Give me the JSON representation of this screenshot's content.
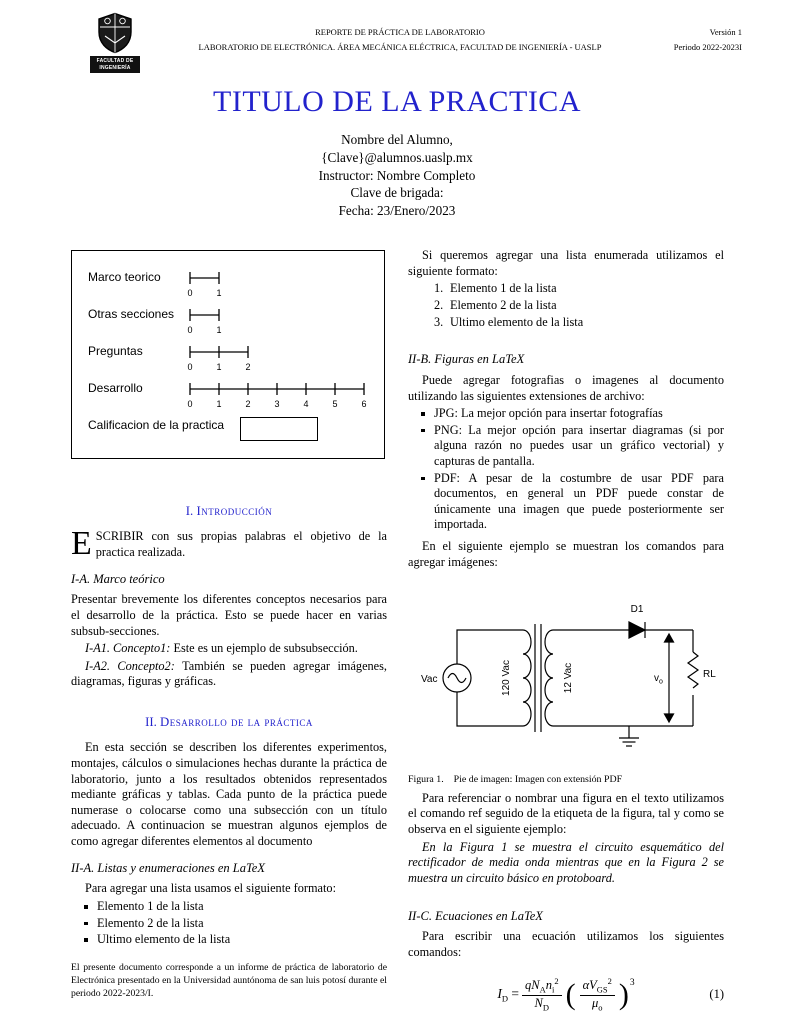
{
  "colors": {
    "accent": "#2222cc"
  },
  "header": {
    "logo": {
      "line1": "FACULTAD DE",
      "line2": "INGENIERÍA"
    },
    "center_line1": "REPORTE DE PRÁCTICA DE LABORATORIO",
    "center_line2": "LABORATORIO DE ELECTRÓNICA. ÁREA MECÁNICA ELÉCTRICA, FACULTAD DE INGENIERÍA - UASLP",
    "right_line1": "Versión 1",
    "right_line2": "Periodo 2022-2023I"
  },
  "title": "TITULO DE LA PRACTICA",
  "author": {
    "name": "Nombre del Alumno,",
    "email": "{Clave}@alumnos.uaslp.mx",
    "instructor": "Instructor: Nombre Completo",
    "brigade": "Clave de brigada:",
    "date": "Fecha: 23/Enero/2023"
  },
  "rubric": {
    "rows": [
      {
        "label": "Marco teorico",
        "ticks": [
          "0",
          "1"
        ]
      },
      {
        "label": "Otras secciones",
        "ticks": [
          "0",
          "1"
        ]
      },
      {
        "label": "Preguntas",
        "ticks": [
          "0",
          "1",
          "2"
        ]
      },
      {
        "label": "Desarrollo",
        "ticks": [
          "0",
          "1",
          "2",
          "3",
          "4",
          "5",
          "6"
        ]
      },
      {
        "label": "Calificacion de la practica",
        "box": true
      }
    ]
  },
  "intro": {
    "heading": {
      "num": "I.",
      "title": "Introducción"
    },
    "dropcap": "E",
    "lead": "SCRIBIR con sus propias palabras el objetivo de la practica realizada.",
    "subA": {
      "num": "I-A.",
      "title": "Marco teórico"
    },
    "subA_text": "Presentar brevemente los diferentes conceptos necesarios para el desarrollo de la práctica. Esto se puede hacer en varias subsub-secciones.",
    "subA1": {
      "lead": "I-A1. Concepto1:",
      "text": "Este es un ejemplo de subsubsección."
    },
    "subA2": {
      "lead": "I-A2. Concepto2:",
      "text": "También se pueden agregar imágenes, diagramas, figuras y gráficas."
    }
  },
  "desarrollo": {
    "heading": {
      "num": "II.",
      "title": "Desarrollo de la práctica"
    },
    "para1": "En esta sección se describen los diferentes experimentos, montajes, cálculos o simulaciones hechas durante la práctica de laboratorio, junto a los resultados obtenidos representados mediante gráficas y tablas. Cada punto de la práctica puede numerase o colocarse como una subsección con un título adecuado. A continuacion se muestran algunos ejemplos de como agregar diferentes elementos al documento",
    "subA": {
      "num": "II-A.",
      "title": "Listas y enumeraciones en LaTeX"
    },
    "list_intro": "Para agregar una lista usamos el siguiente formato:",
    "ul_items": [
      "Elemento 1 de la lista",
      "Elemento 2 de la lista",
      "Ultimo elemento de la lista"
    ],
    "enum_intro": "Si queremos agregar una lista enumerada utilizamos el siguiente formato:",
    "ol_items": [
      {
        "num": "1.",
        "text": "Elemento 1 de la lista"
      },
      {
        "num": "2.",
        "text": "Elemento 2 de la lista"
      },
      {
        "num": "3.",
        "text": "Ultimo elemento de la lista"
      }
    ],
    "subB": {
      "num": "II-B.",
      "title": "Figuras en LaTeX"
    },
    "fig_intro": "Puede agregar fotografias o imagenes al documento utilizando las siguientes extensiones de archivo:",
    "fig_items": [
      "JPG: La mejor opción para insertar fotografías",
      "PNG: La mejor opción para insertar diagramas (si por alguna razón no puedes usar un gráfico vectorial) y capturas de pantalla.",
      "PDF: A pesar de la costumbre de usar PDF para documentos, en general un PDF puede constar de únicamente una imagen que puede posteriormente ser importada."
    ],
    "fig_example": "En el siguiente ejemplo se muestran los comandos para agregar imágenes:",
    "ref_text": "Para referenciar o nombrar una figura en el texto utilizamos el comando ref seguido de la etiqueta de la figura, tal y como se observa en el siguiente ejemplo:",
    "ref_example": "En la Figura 1 se muestra el circuito esquemático del rectificador de media onda mientras que en la Figura 2 se muestra un circuito básico en protoboard.",
    "subC": {
      "num": "II-C.",
      "title": "Ecuaciones en LaTeX"
    },
    "eq_intro": "Para escribir una ecuación utilizamos los siguientes comandos:"
  },
  "figure1": {
    "caption_label": "Figura 1.",
    "caption_text": "Pie de imagen: Imagen con extensión PDF",
    "labels": {
      "source": "Vac",
      "primary": "120 Vac",
      "secondary": "12 Vac",
      "diode": "D1",
      "out_base": "v",
      "out_sub": "o",
      "load": "RL"
    }
  },
  "equation": {
    "number": "(1)",
    "lhs_base": "I",
    "lhs_sub": "D",
    "equals": "=",
    "f1n_a": "qN",
    "f1n_a_sub": "A",
    "f1n_b": "n",
    "f1n_b_sub": "i",
    "f1n_b_sup": "2",
    "f1d": "N",
    "f1d_sub": "D",
    "f2n_a": "α",
    "f2n_b": "V",
    "f2n_b_sub": "GS",
    "f2n_b_sup": "2",
    "f2d": "μ",
    "f2d_sub": "o",
    "power": "3"
  },
  "footnote": "El presente documento corresponde a un informe de práctica de laboratorio de Electrónica presentado en la Universidad auntónoma de san luis potosí durante el periodo 2022-2023/I."
}
